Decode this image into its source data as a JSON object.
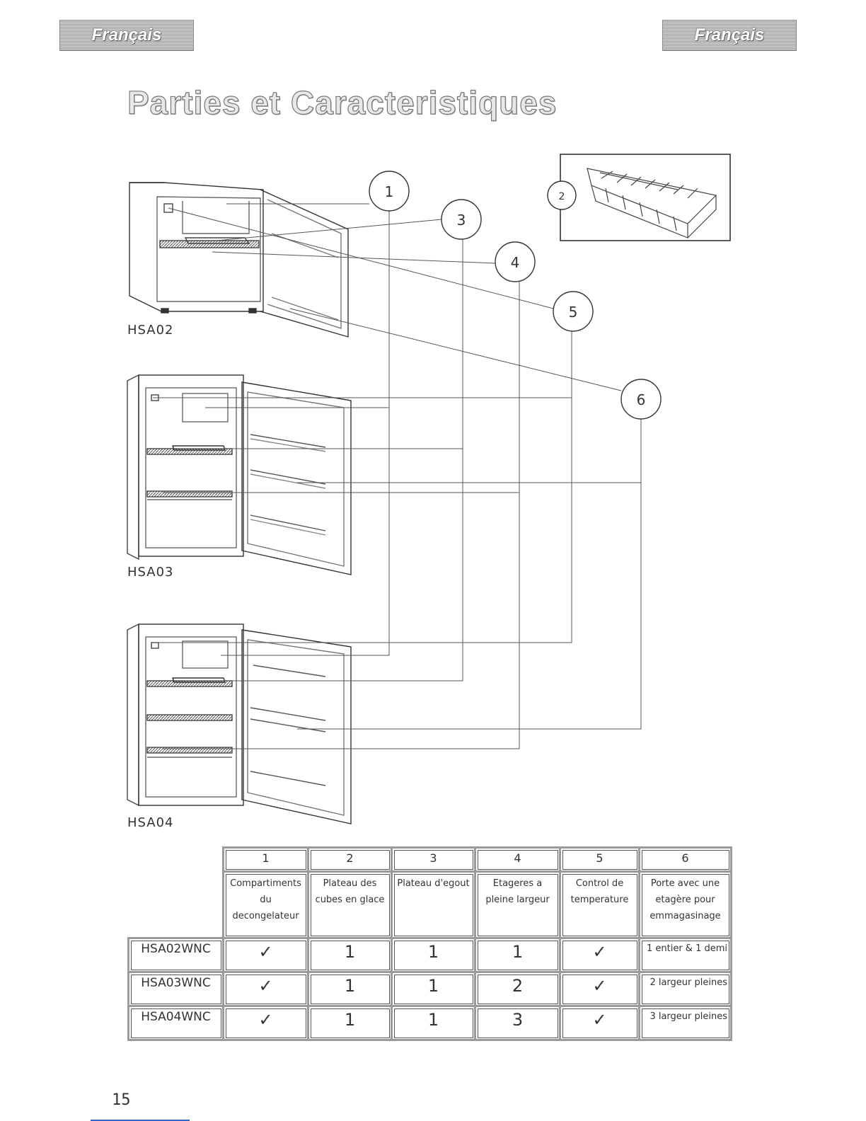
{
  "header": {
    "lang_left": "Français",
    "lang_right": "Français",
    "title": "Parties et Caracteristiques"
  },
  "diagram": {
    "callouts": [
      "1",
      "2",
      "3",
      "4",
      "5",
      "6"
    ],
    "models": [
      "HSA02",
      "HSA03",
      "HSA04"
    ],
    "icons": [
      "ice-cube-tray-icon",
      "mini-fridge-illustration",
      "tall-fridge-illustration"
    ]
  },
  "table": {
    "numbers": [
      "1",
      "2",
      "3",
      "4",
      "5",
      "6"
    ],
    "descriptions": [
      "Compartiments du decongelateur",
      "Plateau des cubes en glace",
      "Plateau d'egout",
      "Etageres a pleine largeur",
      "Control de temperature",
      "Porte avec une etagère pour emmagasinage"
    ],
    "rows": [
      {
        "model": "HSA02WNC",
        "c1": "✓",
        "c2": "1",
        "c3": "1",
        "c4": "1",
        "c5": "✓",
        "c6": "1 entier & 1 demi"
      },
      {
        "model": "HSA03WNC",
        "c1": "✓",
        "c2": "1",
        "c3": "1",
        "c4": "2",
        "c5": "✓",
        "c6": "2 largeur pleines"
      },
      {
        "model": "HSA04WNC",
        "c1": "✓",
        "c2": "1",
        "c3": "1",
        "c4": "3",
        "c5": "✓",
        "c6": "3 largeur  pleines"
      }
    ]
  },
  "footer": {
    "page_number": "15"
  }
}
